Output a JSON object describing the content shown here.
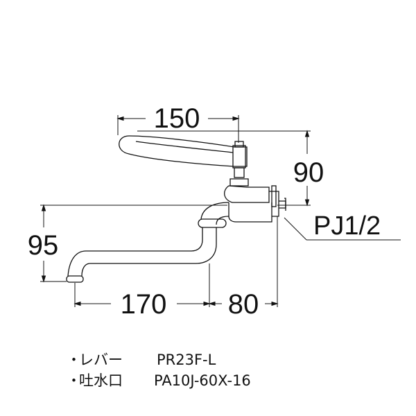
{
  "dimensions": {
    "lever_width": "150",
    "lever_height": "90",
    "spout_height": "95",
    "spout_length": "170",
    "body_length": "80"
  },
  "thread": {
    "label": "PJ1/2"
  },
  "parts": [
    {
      "bullet": "・",
      "name": "レバー",
      "code": "PR23F-L"
    },
    {
      "bullet": "・",
      "name": "吐水口",
      "code": "PA10J-60X-16"
    }
  ],
  "colors": {
    "line": "#111111",
    "background": "#ffffff"
  }
}
